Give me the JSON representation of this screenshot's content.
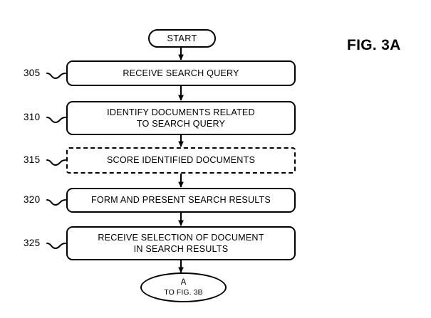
{
  "figure": {
    "label": "FIG. 3A"
  },
  "diagram": {
    "type": "flowchart",
    "orientation": "top-to-bottom",
    "start": {
      "shape": "terminator",
      "label": "START"
    },
    "steps": [
      {
        "ref": "305",
        "shape": "process",
        "style": "solid",
        "label": "RECEIVE SEARCH QUERY"
      },
      {
        "ref": "310",
        "shape": "process",
        "style": "solid",
        "label": "IDENTIFY DOCUMENTS RELATED\nTO SEARCH QUERY"
      },
      {
        "ref": "315",
        "shape": "process",
        "style": "dashed",
        "label": "SCORE IDENTIFIED DOCUMENTS"
      },
      {
        "ref": "320",
        "shape": "process",
        "style": "solid",
        "label": "FORM AND PRESENT SEARCH RESULTS"
      },
      {
        "ref": "325",
        "shape": "process",
        "style": "solid",
        "label": "RECEIVE SELECTION OF DOCUMENT\nIN SEARCH RESULTS"
      }
    ],
    "connector": {
      "shape": "ellipse",
      "tag": "A",
      "target": "TO FIG. 3B"
    }
  },
  "colors": {
    "ink": "#000000",
    "paper": "#ffffff"
  }
}
